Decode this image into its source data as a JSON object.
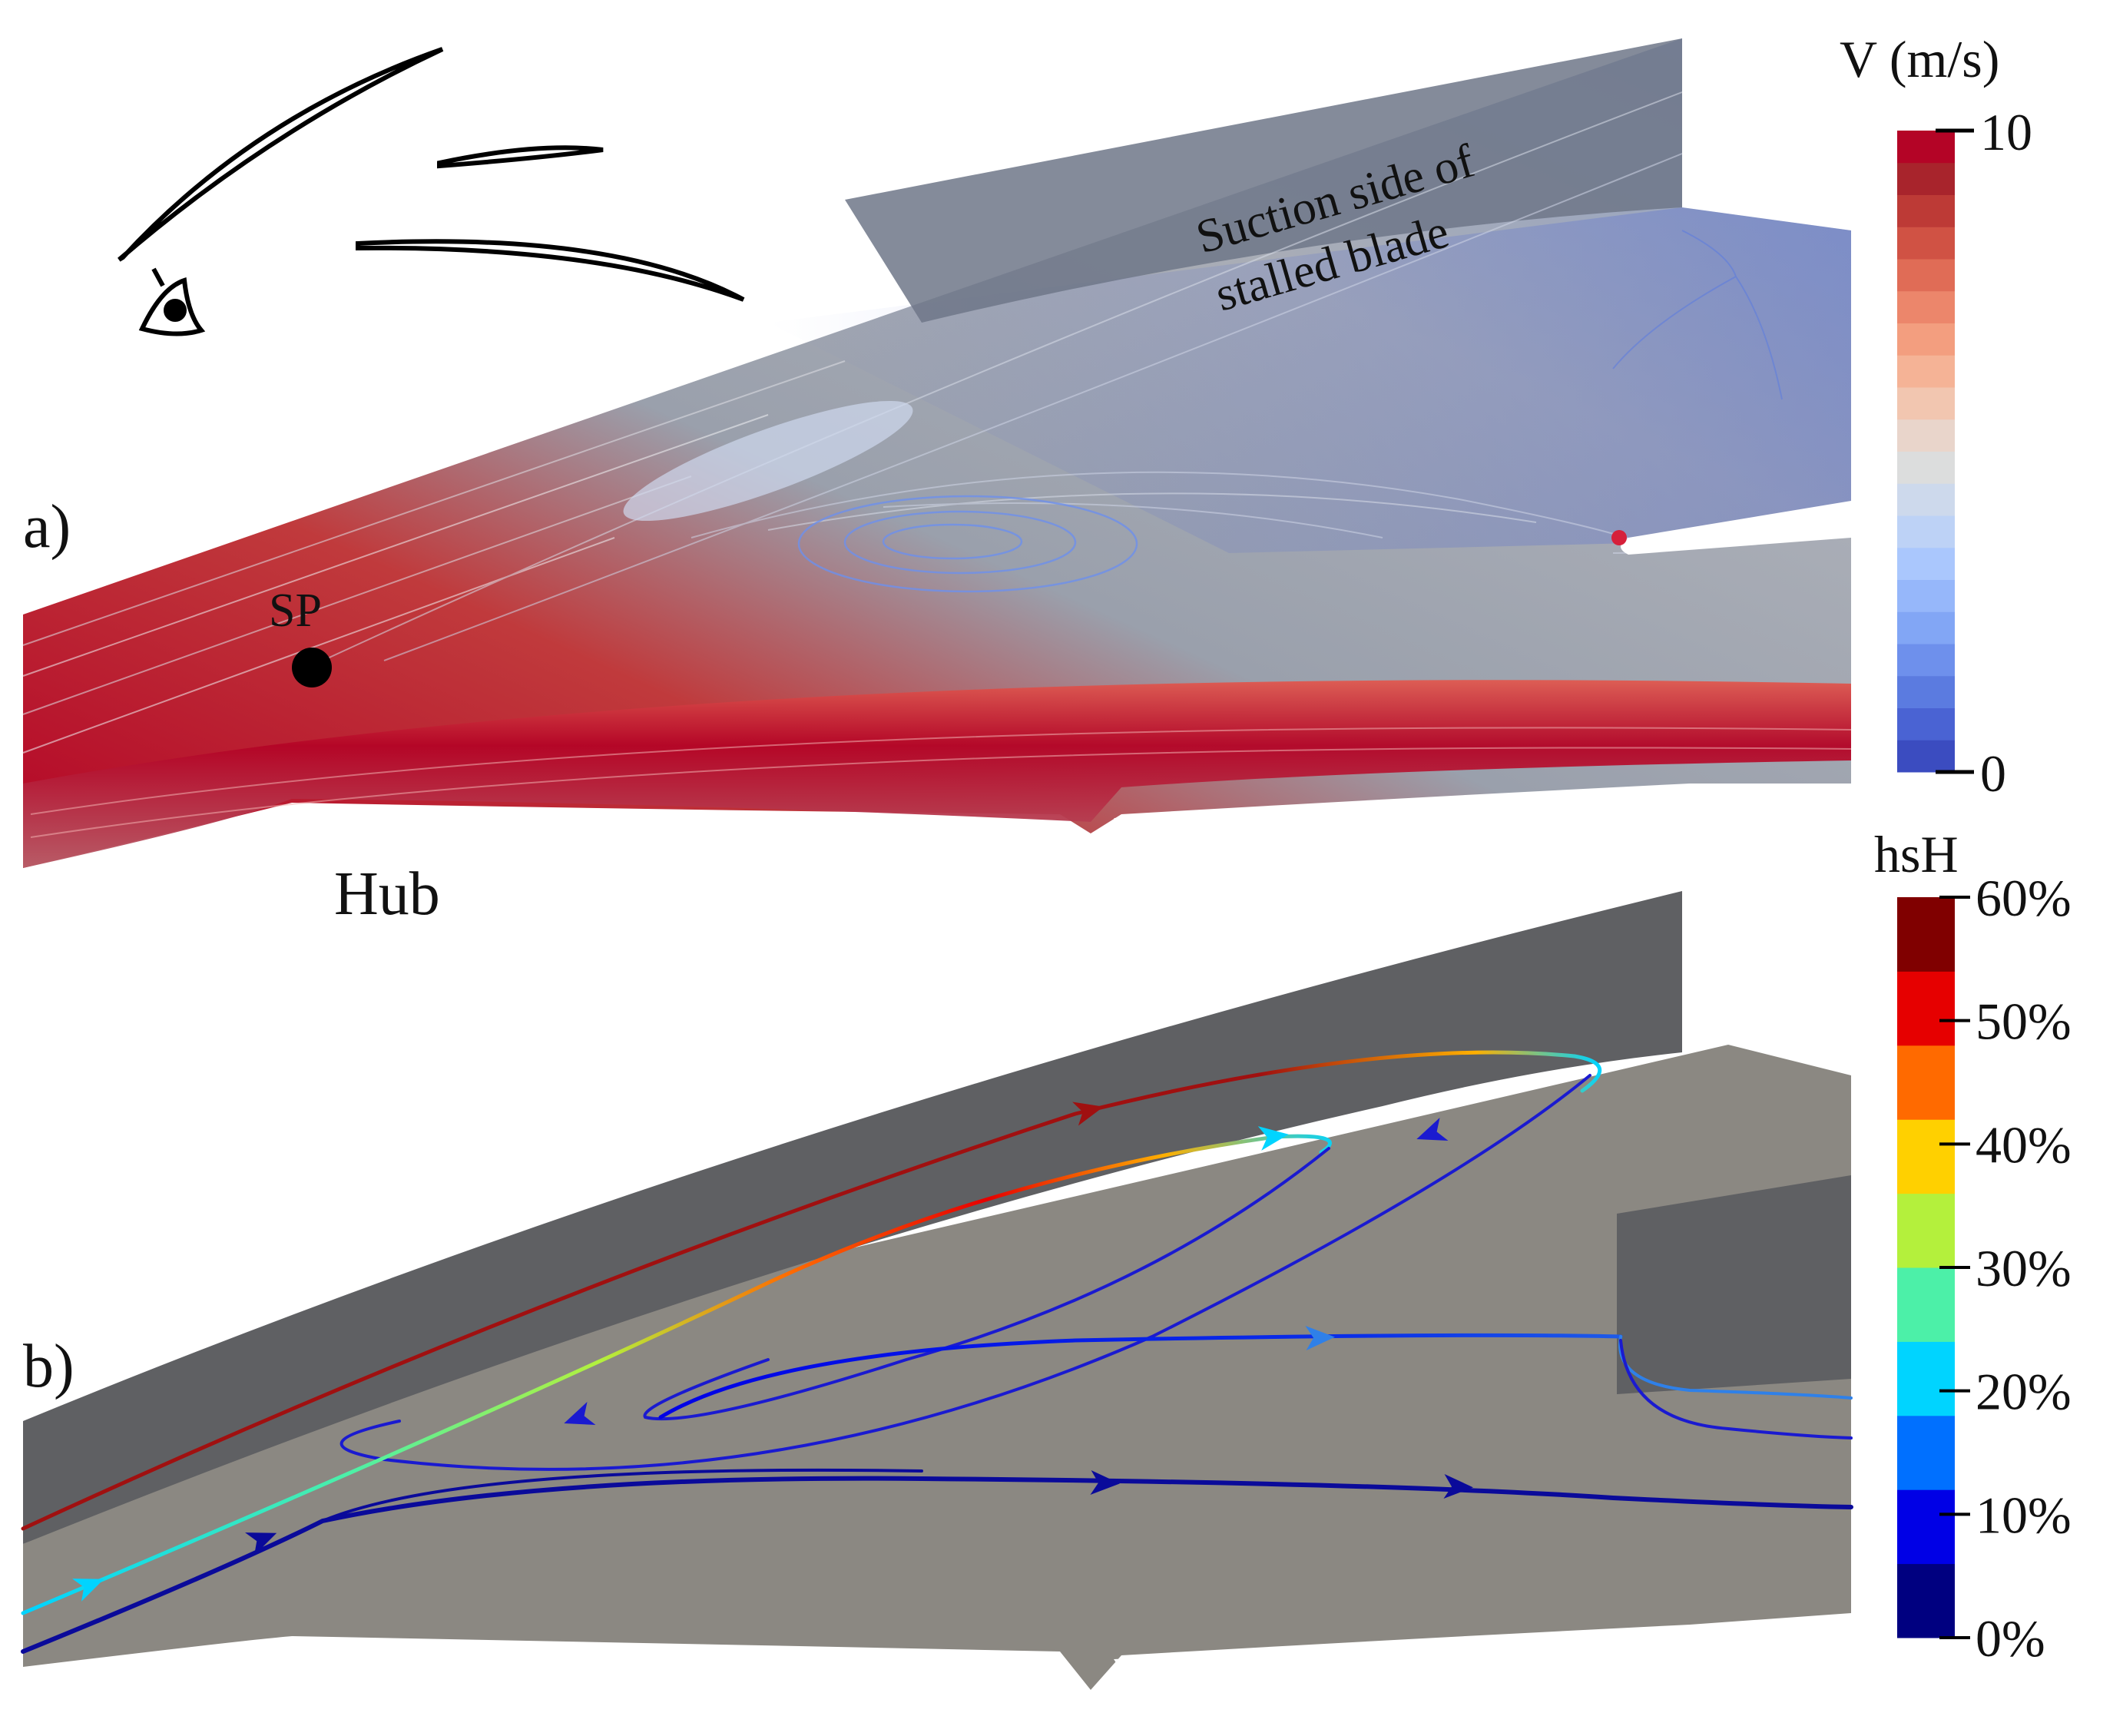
{
  "panel_a": {
    "label": "a)",
    "annotation_blade": "Suction side of\nstalled blade",
    "annotation_blade_line1": "Suction side of",
    "annotation_blade_line2": "stalled blade",
    "sp_label": "SP",
    "hub_label": "Hub",
    "colorbar": {
      "title": "V (m/s)",
      "max_label": "10",
      "min_label": "0",
      "colors": [
        "#3b4cc0",
        "#4a63d3",
        "#5b7be0",
        "#6e90ec",
        "#82a6f5",
        "#96b7fa",
        "#aac7fd",
        "#bdd2f6",
        "#cdd9ec",
        "#dcdddd",
        "#e9d5cb",
        "#f2c6b0",
        "#f5b396",
        "#f39e7f",
        "#ec866b",
        "#e06c56",
        "#d05244",
        "#bd3a36",
        "#a8242c",
        "#b40426"
      ]
    }
  },
  "panel_b": {
    "label": "b)",
    "colorbar": {
      "title": "hsH",
      "ticks": [
        "60%",
        "50%",
        "40%",
        "30%",
        "20%",
        "10%",
        "0%"
      ],
      "colors": [
        "#000080",
        "#0000e6",
        "#0070ff",
        "#00d4ff",
        "#4cf0a8",
        "#b4f03c",
        "#ffd000",
        "#ff6a00",
        "#e60000",
        "#800000"
      ]
    }
  }
}
